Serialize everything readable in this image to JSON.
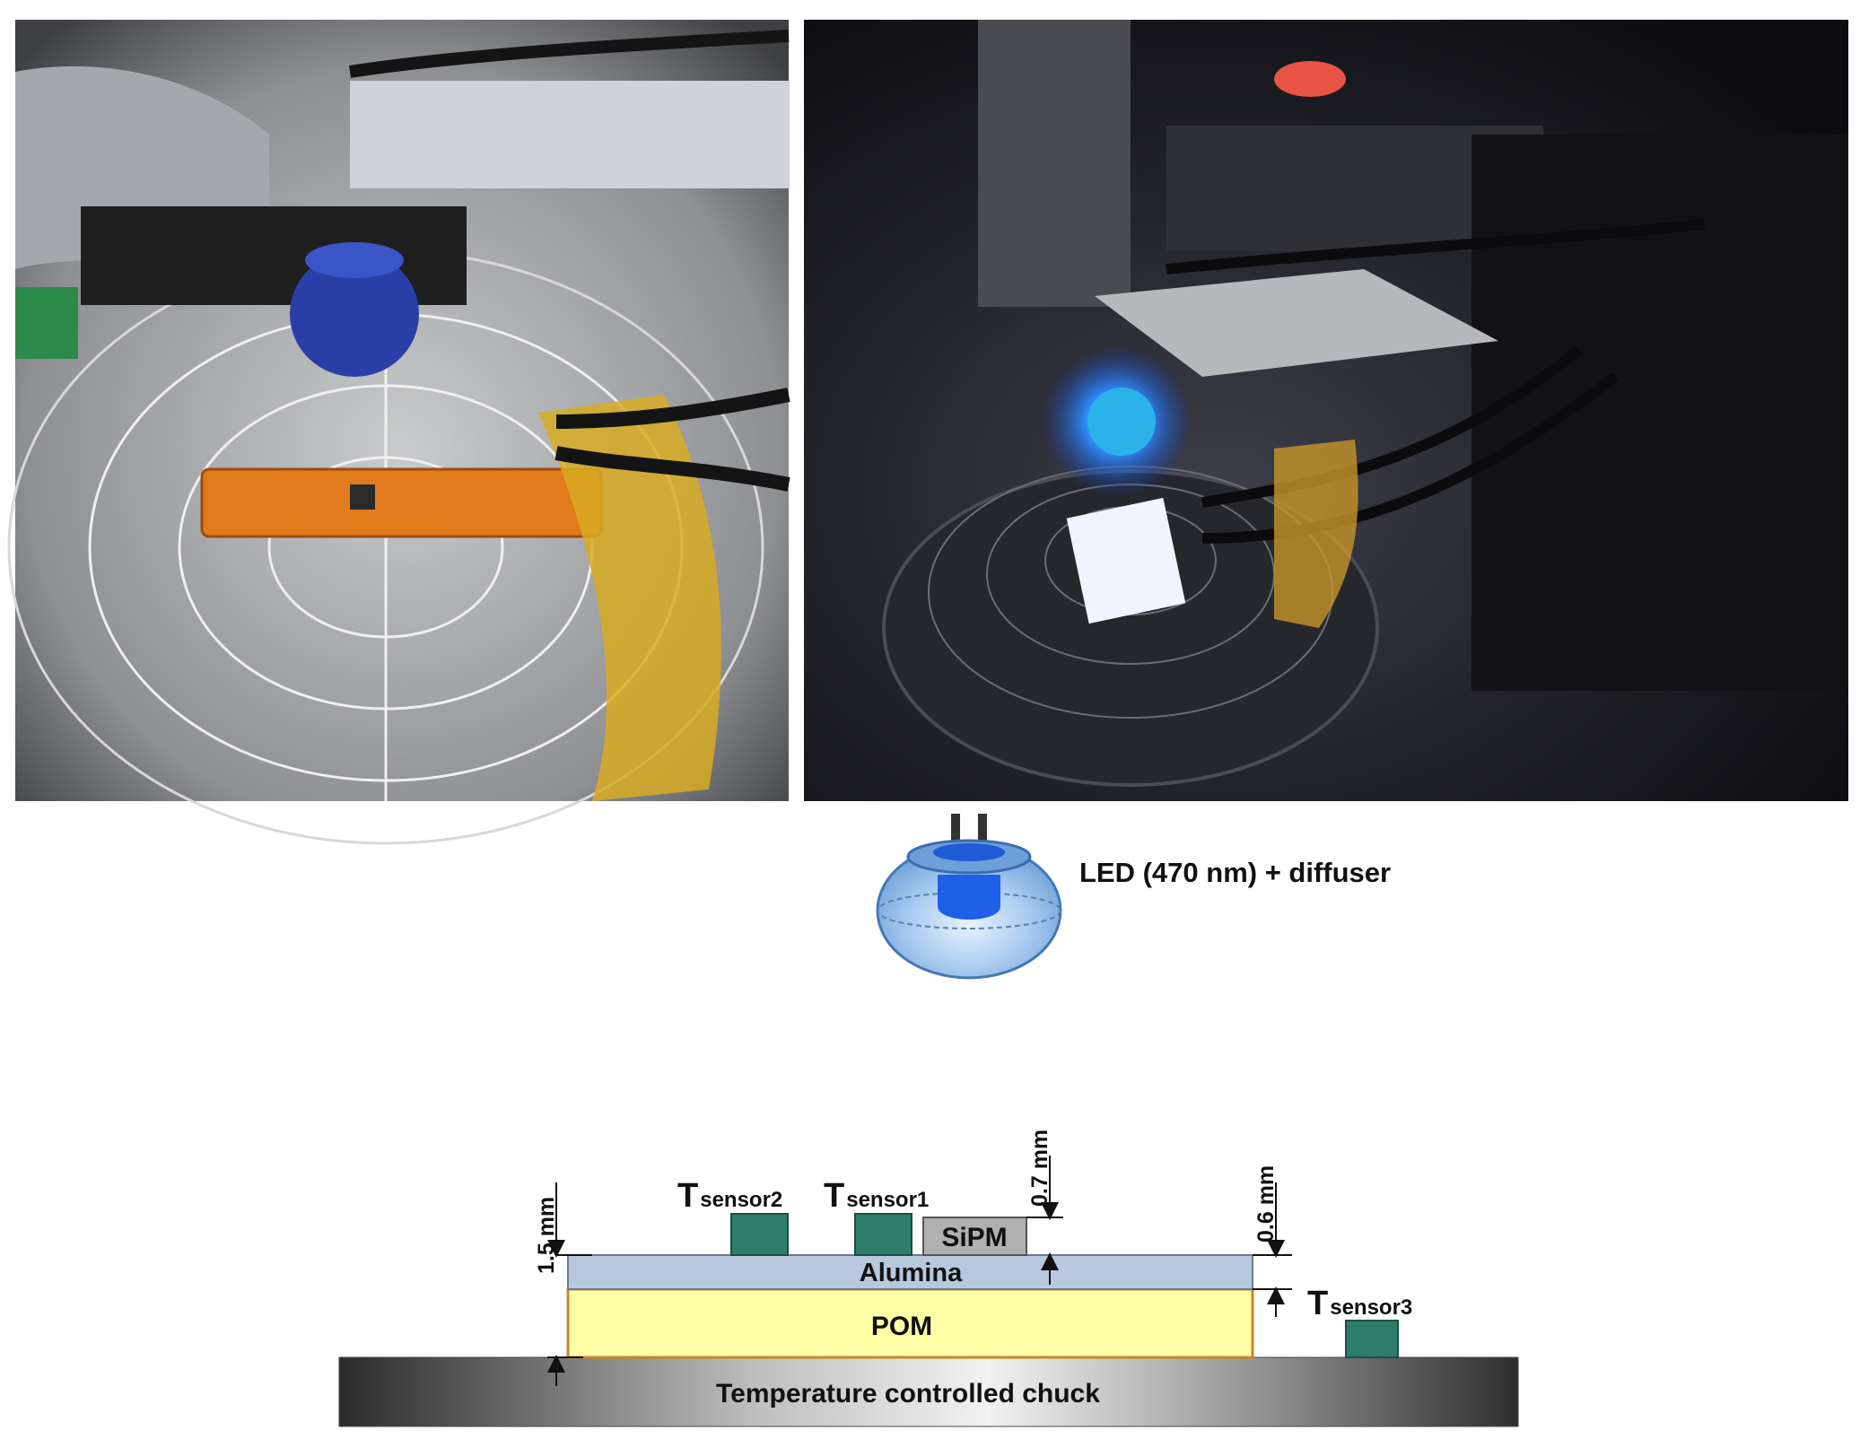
{
  "photos": {
    "left_alt": "",
    "right_alt": ""
  },
  "led": {
    "label": "LED (470 nm) + diffuser"
  },
  "cross_section": {
    "layers": {
      "alumina": "Alumina",
      "pom": "POM",
      "chuck": "Temperature controlled chuck",
      "sipm": "SiPM"
    },
    "sensors": [
      {
        "main": "T",
        "sub": "sensor2"
      },
      {
        "main": "T",
        "sub": "sensor1"
      },
      {
        "main": "T",
        "sub": "sensor3"
      }
    ],
    "dimensions": {
      "total_height": "1.5 mm",
      "sipm_height": "0.7 mm",
      "alumina_height": "0.6 mm"
    }
  },
  "colors": {
    "alumina": "#b7c8df",
    "pom": "#ffffa6",
    "pom_border": "#c7862c",
    "sensor": "#2e7d6a",
    "sipm": "#b0b0b0",
    "led_blue": "#1e6cf0",
    "diffuser": "#7eaae0"
  }
}
